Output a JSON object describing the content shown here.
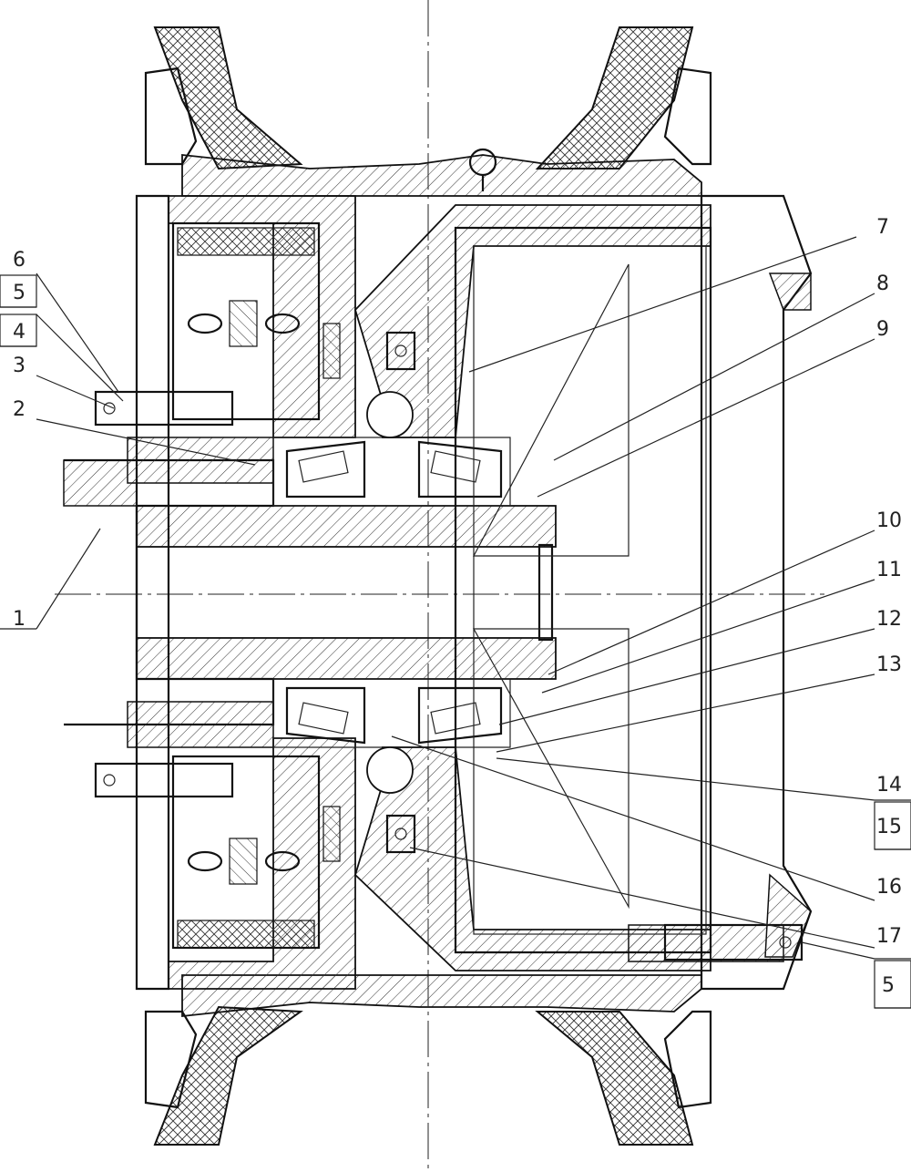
{
  "labels": {
    "l1": "1",
    "l2": "2",
    "l3": "3",
    "l4": "4",
    "l5a": "5",
    "l6": "6",
    "l7": "7",
    "l8": "8",
    "l9": "9",
    "l10": "10",
    "l11": "11",
    "l12": "12",
    "l13": "13",
    "l14": "14",
    "l15": "15",
    "l16": "16",
    "l17": "17",
    "l5b": "5"
  }
}
